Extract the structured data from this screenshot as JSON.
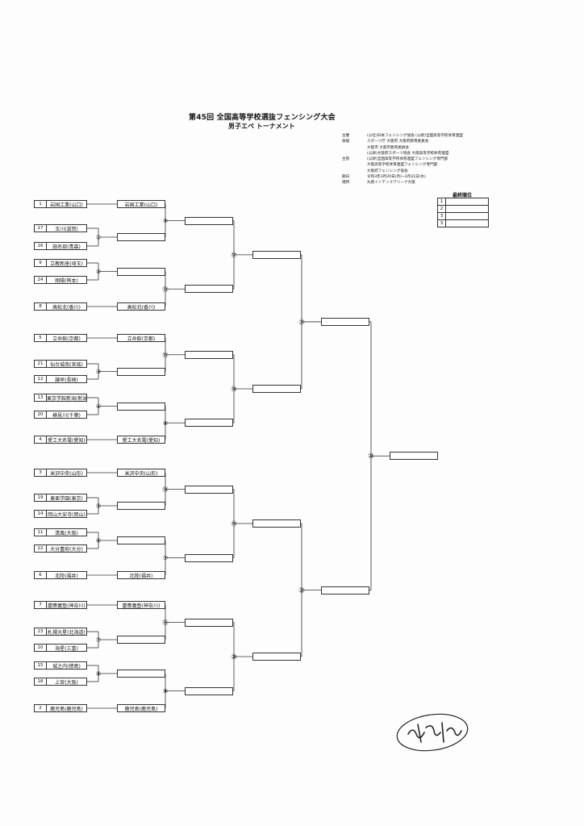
{
  "header": {
    "title": "第45回 全国高等学校選抜フェンシング大会",
    "subtitle": "男子エペ トーナメント"
  },
  "info": [
    {
      "k": "主催",
      "v": "(公社)日本フェンシング協会 (公財)全国高等学校体育連盟"
    },
    {
      "k": "後援",
      "v": "スポーツ庁 大阪府 大阪府教育委員会"
    },
    {
      "k": "",
      "v": "大阪市 大阪市教育委員会"
    },
    {
      "k": "",
      "v": "(公財)大阪府スポーツ協会 大阪高等学校体育連盟"
    },
    {
      "k": "主管",
      "v": "(公財)全国高等学校体育連盟フェンシング専門部"
    },
    {
      "k": "",
      "v": "大阪高等学校体育連盟フェンシング専門部"
    },
    {
      "k": "",
      "v": "大阪府フェンシング協会"
    },
    {
      "k": "期日",
      "v": "令和3年3月29日(月)~3月31日(水)"
    },
    {
      "k": "場所",
      "v": "丸善インテックアリーナ大阪"
    }
  ],
  "final_ranking": {
    "title": "最終順位",
    "places": [
      "1",
      "2",
      "3",
      "3"
    ]
  },
  "seeds": [
    {
      "num": "1",
      "name": "岩国工業(山口)"
    },
    {
      "num": "17",
      "name": "玉川(滋賀)"
    },
    {
      "num": "16",
      "name": "田名部(青森)"
    },
    {
      "num": "9",
      "name": "立教新座(埼玉)"
    },
    {
      "num": "24",
      "name": "翔陽(熊本)"
    },
    {
      "num": "8",
      "name": "高松北(香川)"
    },
    {
      "num": "5",
      "name": "立命館(京都)"
    },
    {
      "num": "21",
      "name": "仙台城南(宮城)"
    },
    {
      "num": "12",
      "name": "諫早(長崎)"
    },
    {
      "num": "13",
      "name": "東京学館新潟(新潟)"
    },
    {
      "num": "20",
      "name": "検見川(千葉)"
    },
    {
      "num": "4",
      "name": "愛工大名電(愛知)"
    },
    {
      "num": "3",
      "name": "米沢中央(山形)"
    },
    {
      "num": "19",
      "name": "東亜学園(東京)"
    },
    {
      "num": "14",
      "name": "岡山大安寺(岡山)"
    },
    {
      "num": "11",
      "name": "清風(大阪)"
    },
    {
      "num": "22",
      "name": "大分豊府(大分)"
    },
    {
      "num": "6",
      "name": "北陸(福井)"
    },
    {
      "num": "7",
      "name": "慶應義塾(神奈川)"
    },
    {
      "num": "23",
      "name": "札幌光星(北海道)"
    },
    {
      "num": "10",
      "name": "海星(三重)"
    },
    {
      "num": "15",
      "name": "城之内(徳島)"
    },
    {
      "num": "18",
      "name": "上宮(大阪)"
    },
    {
      "num": "2",
      "name": "鹿児島(鹿児島)"
    }
  ],
  "round1_byes": [
    "岩国工業(山口)",
    "高松北(香川)",
    "立命館(京都)",
    "愛工大名電(愛知)",
    "米沢中央(山形)",
    "北陸(福井)",
    "慶應義塾(神奈川)",
    "鹿児島(鹿児島)"
  ],
  "match_numbers": [
    "①",
    "②",
    "③",
    "④",
    "⑤",
    "⑥",
    "⑦",
    "⑧",
    "⑨",
    "⑩",
    "⑪",
    "⑫",
    "⑬",
    "⑭",
    "⑮",
    "⑯",
    "⑰",
    "⑱",
    "⑲",
    "⑳",
    "㉑",
    "㉒",
    "㉓"
  ],
  "colors": {
    "line": "#333333",
    "paper": "#fdfdfd"
  }
}
